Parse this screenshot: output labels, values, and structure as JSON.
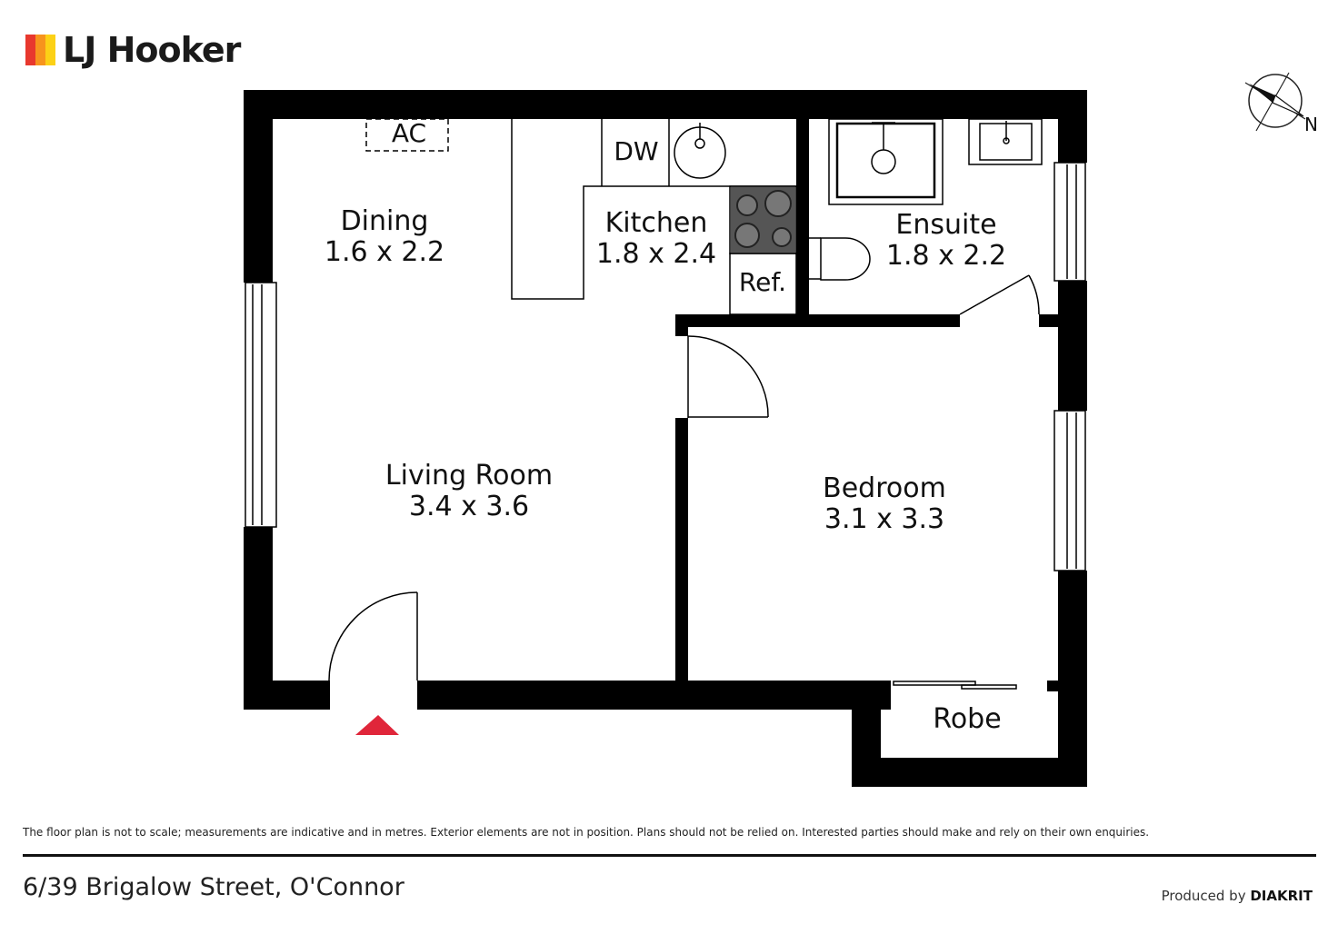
{
  "brand": {
    "name": "LJ Hooker",
    "bar_colors": [
      "#e8382e",
      "#f7941d",
      "#fcd116"
    ]
  },
  "compass": {
    "label": "N"
  },
  "rooms": {
    "dining": {
      "name": "Dining",
      "size": "1.6 x 2.2"
    },
    "kitchen": {
      "name": "Kitchen",
      "size": "1.8 x 2.4"
    },
    "ensuite": {
      "name": "Ensuite",
      "size": "1.8 x 2.2"
    },
    "living": {
      "name": "Living Room",
      "size": "3.4 x 3.6"
    },
    "bedroom": {
      "name": "Bedroom",
      "size": "3.1 x 3.3"
    },
    "robe": {
      "name": "Robe"
    }
  },
  "fixtures": {
    "ac": "AC",
    "dishwasher": "DW",
    "fridge": "Ref."
  },
  "colors": {
    "wall": "#000000",
    "entry_marker": "#e0263a"
  },
  "footer": {
    "disclaimer": "The floor plan is not to scale; measurements are indicative and in metres. Exterior elements are not in position. Plans should not be relied on. Interested parties should make and rely on their own enquiries.",
    "address": "6/39 Brigalow Street, O'Connor",
    "produced_by_prefix": "Produced by",
    "produced_by_brand": "DIAKRIT"
  }
}
